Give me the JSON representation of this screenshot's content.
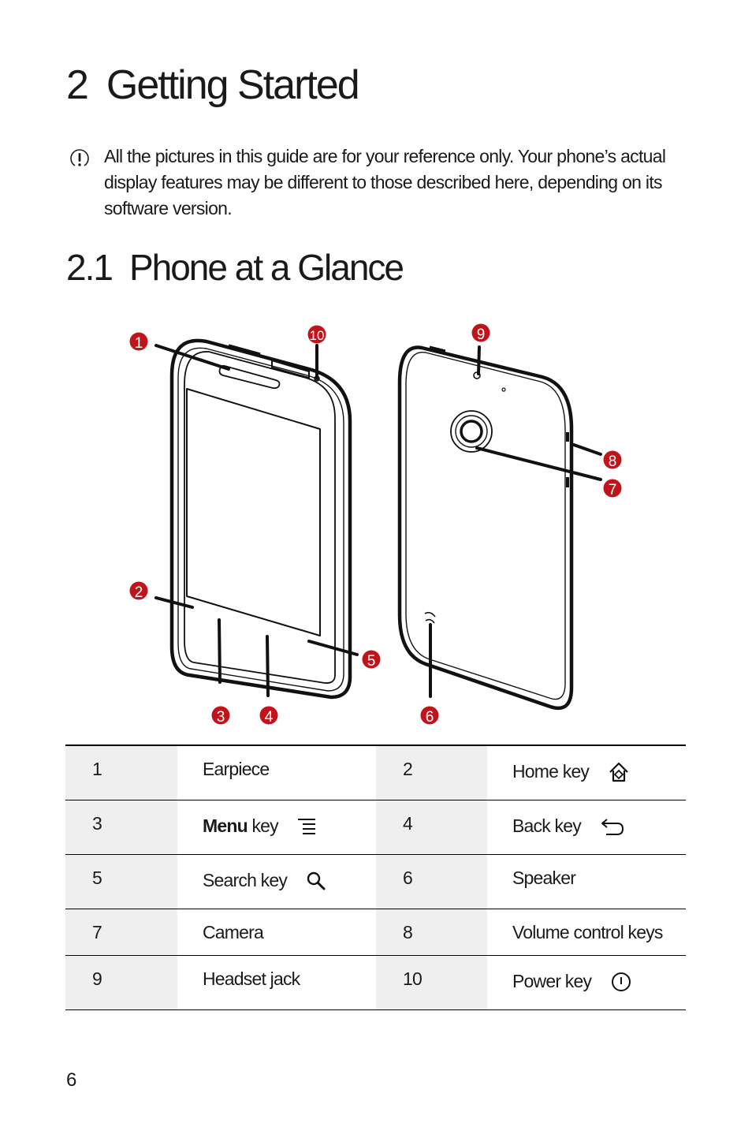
{
  "heading": {
    "number": "2",
    "title": "Getting Started"
  },
  "note": {
    "icon": "note-icon",
    "text": "All the pictures in this guide are for your reference only. Your phone’s actual display features may be different to those described here, depending on its software version."
  },
  "section": {
    "number": "2.1",
    "title": "Phone at a Glance"
  },
  "figure": {
    "callouts": [
      "1",
      "2",
      "3",
      "4",
      "5",
      "6",
      "7",
      "8",
      "9",
      "10"
    ],
    "callout_color": "#c0141c"
  },
  "keys_table": {
    "rows": [
      [
        {
          "num": "1",
          "label": "Earpiece",
          "bold": "",
          "icon": ""
        },
        {
          "num": "2",
          "label": "Home key",
          "bold": "",
          "icon": "home-icon"
        }
      ],
      [
        {
          "num": "3",
          "label": " key",
          "bold": "Menu",
          "icon": "menu-icon"
        },
        {
          "num": "4",
          "label": "Back key",
          "bold": "",
          "icon": "back-icon"
        }
      ],
      [
        {
          "num": "5",
          "label": "Search key",
          "bold": "",
          "icon": "search-icon"
        },
        {
          "num": "6",
          "label": "Speaker",
          "bold": "",
          "icon": ""
        }
      ],
      [
        {
          "num": "7",
          "label": "Camera",
          "bold": "",
          "icon": ""
        },
        {
          "num": "8",
          "label": "Volume control keys",
          "bold": "",
          "icon": ""
        }
      ],
      [
        {
          "num": "9",
          "label": "Headset jack",
          "bold": "",
          "icon": ""
        },
        {
          "num": "10",
          "label": "Power key",
          "bold": "",
          "icon": "power-icon"
        }
      ]
    ]
  },
  "page_number": "6"
}
